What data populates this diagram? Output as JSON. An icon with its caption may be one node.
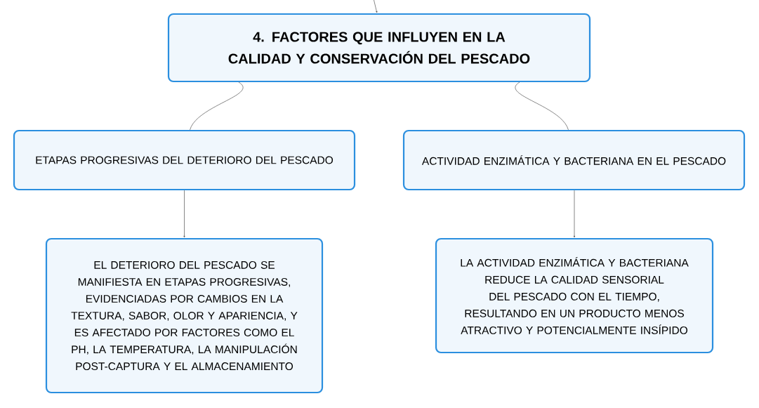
{
  "diagram": {
    "nodes": [
      {
        "text": [
          "4. FACTORES QUE INFLUYEN EN LA CALIDAD Y CONSERVACIÓN DEL PESCADO"
        ]
      },
      {
        "text": [
          "ETAPAS PROGRESIVAS DEL DETERIORO DEL PESCADO"
        ]
      },
      {
        "text": [
          "ACTIVIDAD ENZIMÁTICA Y BACTERIANA EN EL PESCADO"
        ]
      },
      {
        "text": [
          "EL DETERIORO DEL PESCADO SE MANIFIESTA EN ETAPAS PROGRESIVAS, EVIDENCIADAS POR CAMBIOS EN LA TEXTURA, SABOR, OLOR Y APARIENCIA, Y ES AFECTADO POR FACTORES COMO EL PH, LA TEMPERATURA, LA MANIPULACIÓN POST-CAPTURA Y EL ALMACENAMIENTO"
        ]
      },
      {
        "text": [
          "LA ACTIVIDAD ENZIMÁTICA Y BACTERIANA REDUCE LA CALIDAD SENSORIAL DEL PESCADO CON EL TIEMPO, RESULTANDO EN UN PRODUCTO MENOS ATRACTIVO Y POTENCIALMENTE INSÍPIDO"
        ]
      }
    ],
    "edges": [
      {
        "from": null,
        "to": 0,
        "arrow": "to"
      },
      {
        "from": 0,
        "to": 1,
        "arrow": "none"
      },
      {
        "from": 0,
        "to": 2,
        "arrow": "none"
      },
      {
        "from": 1,
        "to": 3,
        "arrow": "to"
      },
      {
        "from": 2,
        "to": 4,
        "arrow": "to"
      }
    ]
  }
}
